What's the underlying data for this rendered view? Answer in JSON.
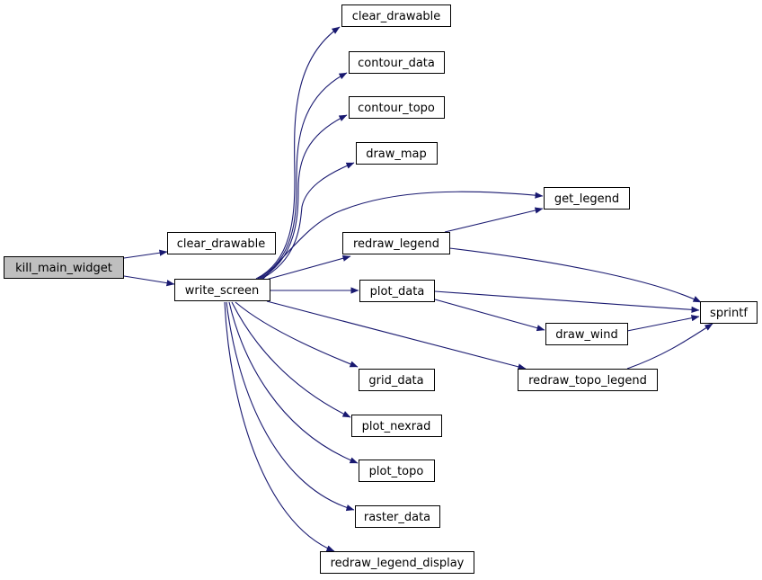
{
  "nodes": {
    "kill_main_widget": "kill_main_widget",
    "clear_drawable_a": "clear_drawable",
    "write_screen": "write_screen",
    "clear_drawable_b": "clear_drawable",
    "contour_data": "contour_data",
    "contour_topo": "contour_topo",
    "draw_map": "draw_map",
    "get_legend": "get_legend",
    "redraw_legend": "redraw_legend",
    "plot_data": "plot_data",
    "sprintf": "sprintf",
    "draw_wind": "draw_wind",
    "redraw_topo_legend": "redraw_topo_legend",
    "grid_data": "grid_data",
    "plot_nexrad": "plot_nexrad",
    "plot_topo": "plot_topo",
    "raster_data": "raster_data",
    "redraw_legend_display": "redraw_legend_display"
  },
  "colors": {
    "edge": "#191970",
    "root_fill": "#bfbfbf",
    "node_fill": "#ffffff",
    "border": "#000000"
  }
}
